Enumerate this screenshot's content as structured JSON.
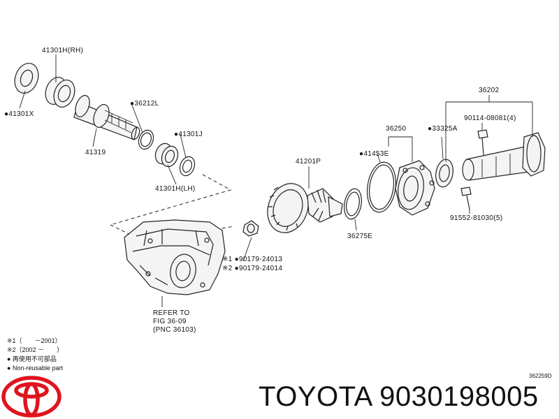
{
  "labels": {
    "p41301h_rh": "41301H(RH)",
    "p41301x": "●41301X",
    "p36212l": "●36212L",
    "p41319": "41319",
    "p41301j": "●41301J",
    "p41301h_lh": "41301H(LH)",
    "p41201p": "41201P",
    "p41453e": "●41453E",
    "p36250": "36250",
    "p33325a": "●33325A",
    "p36202": "36202",
    "p90114": "90114-08081(4)",
    "p91552": "91552-81030(5)",
    "p36275e": "36275E",
    "p90179_1": "※1 ●90179-24013",
    "p90179_2": "※2 ●90179-24014",
    "refer_line1": "REFER TO",
    "refer_line2": "FIG 36-09",
    "refer_line3": "(PNC 36103)"
  },
  "legend": {
    "line1": "※1（　　－2001）",
    "line2": "※2（2002 －　　）",
    "line3": "● 再使用不可部品",
    "line4": "● Non-reusable part"
  },
  "figure_id": "362259D",
  "brand": {
    "name": "TOYOTA 9030198005",
    "logo_color": "#e0141e"
  }
}
